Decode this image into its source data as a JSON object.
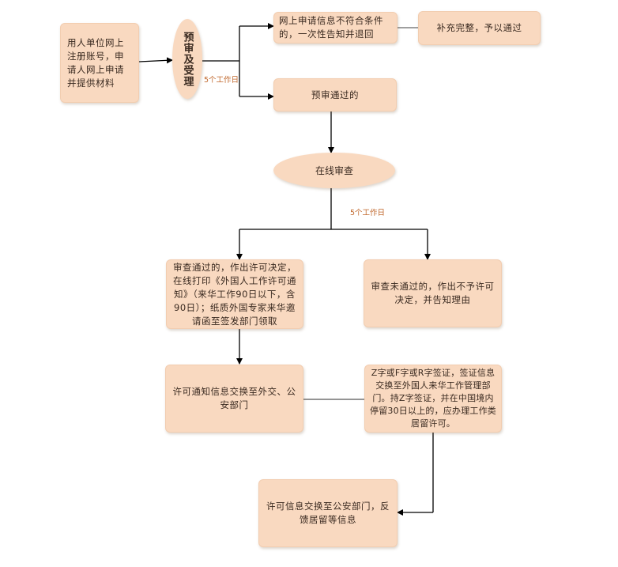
{
  "nodes": {
    "register": "用人单位网上注册账号，申请人网上申请并提供材料",
    "prereview": "预审及受理",
    "notmeet": "网上申请信息不符合条件的，一次性告知并退回",
    "supplement": "补充完整，予以通过",
    "passed": "预审通过的",
    "online_review": "在线审查",
    "approved": "审查通过的，作出许可决定，在线打印《外国人工作许可通知》（来华工作90日以下，含90日）；纸质外国专家来华邀请函至签发部门领取",
    "rejected": "审查未通过的，作出不予许可决定，并告知理由",
    "exchange": "许可通知信息交换至外交、公安部门",
    "visa": "Z字或F字或R字签证，签证信息交换至外国人来华工作管理部门。持Z字签证，并在中国境内停留30日以上的，应办理工作类居留许可。",
    "residence": "许可信息交换至公安部门，反馈居留等信息"
  },
  "labels": {
    "days1": "5个工作日",
    "days2": "5个工作日"
  }
}
